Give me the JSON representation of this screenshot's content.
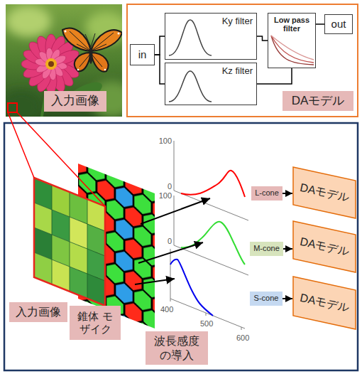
{
  "diagram": {
    "nodes": [
      {
        "text": [
          "入力画像"
        ]
      },
      {
        "text": [
          "DAモデル"
        ]
      },
      {
        "text": [
          "in"
        ],
        "in": 1
      },
      {
        "text": [
          "Ky filter"
        ],
        "in": 1
      },
      {
        "text": [
          "Kz filter"
        ],
        "in": 1
      },
      {
        "text": [
          "Low pass filter"
        ],
        "in": 1
      },
      {
        "text": [
          "out"
        ],
        "in": 1
      },
      {
        "text": [
          "入力画像"
        ]
      },
      {
        "text": [
          "錐体 モザイク"
        ]
      },
      {
        "text": [
          "L-cone"
        ]
      },
      {
        "text": [
          "M-cone"
        ]
      },
      {
        "text": [
          "S-cone"
        ]
      },
      {
        "text": [
          "DAモデル"
        ]
      },
      {
        "text": [
          "DAモデル"
        ]
      },
      {
        "text": [
          "DAモデル"
        ]
      },
      {
        "text": [
          "波長感度 の導入"
        ]
      }
    ],
    "edges": [
      {
        "from": 2,
        "to": 3,
        "arrow": "none"
      },
      {
        "from": 2,
        "to": 4,
        "arrow": "none"
      },
      {
        "from": 3,
        "to": 5,
        "arrow": "none"
      },
      {
        "from": 4,
        "to": 5,
        "arrow": "none"
      },
      {
        "from": 5,
        "to": 6,
        "arrow": "none"
      },
      {
        "from": 9,
        "to": 12,
        "arrow": "to"
      },
      {
        "from": 10,
        "to": 13,
        "arrow": "to"
      },
      {
        "from": 11,
        "to": 14,
        "arrow": "to"
      }
    ],
    "labels": [
      "100",
      "0",
      "100",
      "0",
      "400",
      "500",
      "600"
    ]
  }
}
